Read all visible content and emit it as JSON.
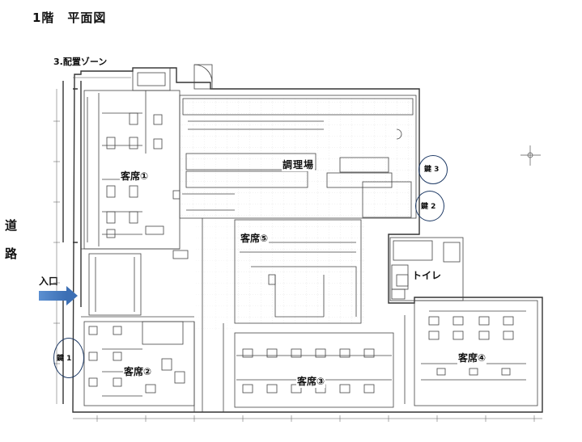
{
  "title": "1階　平面図",
  "subtitle": "3.配置ゾーン",
  "road": [
    "道",
    "路"
  ],
  "entrance": "入口",
  "zones": {
    "seat1": "客席①",
    "seat2": "客席②",
    "seat3": "客席③",
    "seat4": "客席④",
    "seat5": "客席⑤",
    "kitchen": "調理場",
    "toilet": "トイレ"
  },
  "keys": {
    "key1": "鍵 1",
    "key2": "鍵 2",
    "key3": "鍵 3"
  },
  "colors": {
    "arrow": "#4a7fc1",
    "key_circle": "#1f3b66",
    "line": "#333333"
  }
}
